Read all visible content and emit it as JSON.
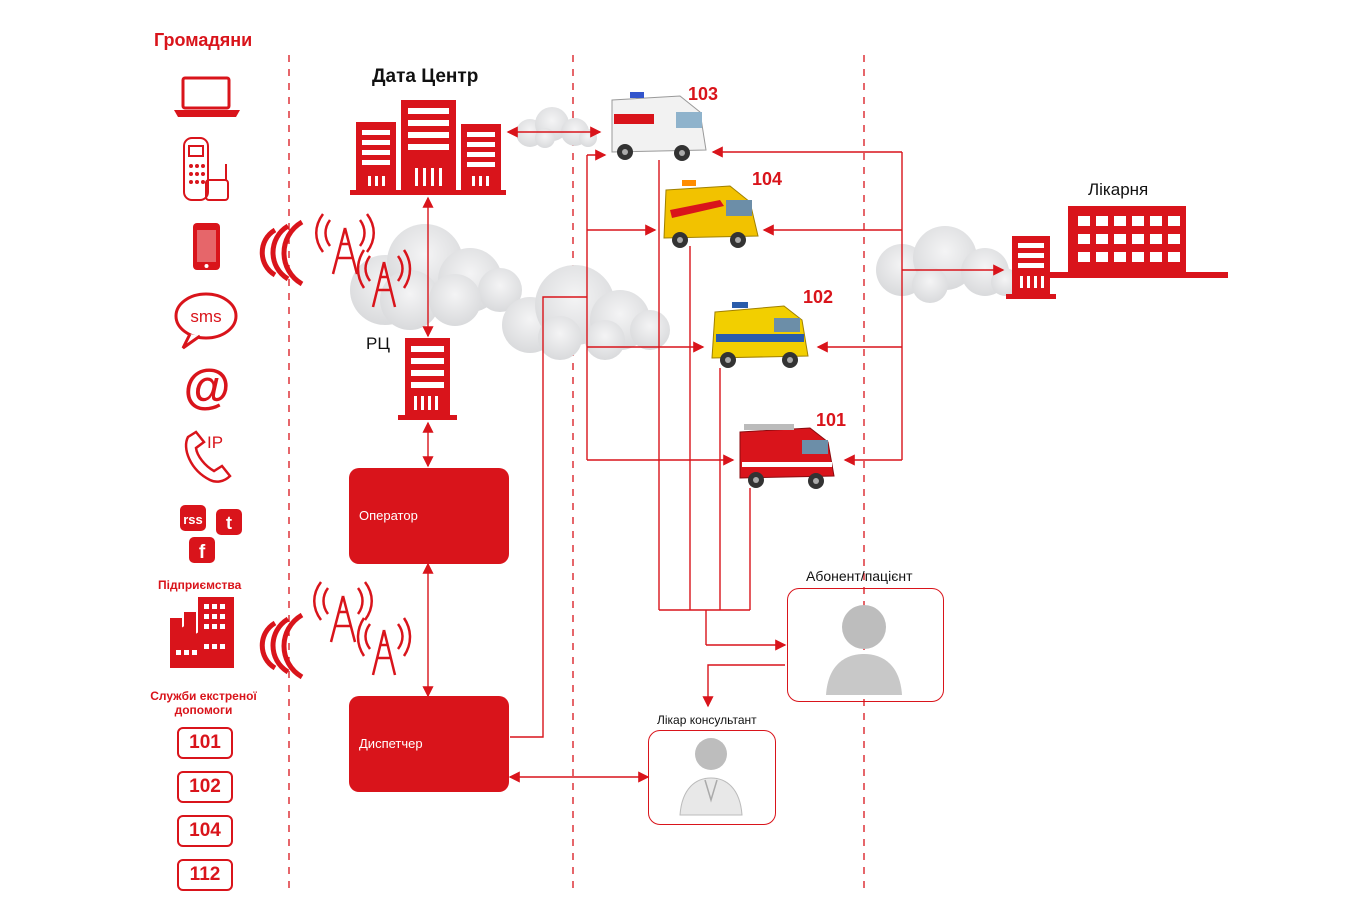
{
  "citizens": {
    "title": "Громадяни",
    "channels": [
      {
        "icon": "laptop-icon"
      },
      {
        "icon": "cordless-phone-icon"
      },
      {
        "icon": "smartphone-icon"
      },
      {
        "icon": "sms-bubble-icon",
        "text": "sms"
      },
      {
        "icon": "email-at-icon",
        "text": "@"
      },
      {
        "icon": "ip-phone-icon",
        "text": "IP"
      },
      {
        "icon": "social-media-icon",
        "rss": "rss",
        "twitter": "t",
        "facebook": "f"
      }
    ]
  },
  "enterprises": {
    "title": "Підприємства",
    "icon": "factory-icon"
  },
  "services": {
    "title_line1": "Служби екстреної",
    "title_line2": "допомоги",
    "numbers": [
      "101",
      "102",
      "104",
      "112"
    ]
  },
  "datacenter": {
    "title": "Дата Центр",
    "icon": "datacenter-servers-icon"
  },
  "rc": {
    "label": "РЦ",
    "icon": "server-icon"
  },
  "operator": {
    "label": "Оператор",
    "icon": "operator-headset-icon"
  },
  "dispatcher": {
    "label": "Диспетчер",
    "icon": "dispatcher-headset-icon"
  },
  "vehicles": [
    {
      "number": "103",
      "icon": "ambulance-icon"
    },
    {
      "number": "104",
      "icon": "gas-service-van-icon"
    },
    {
      "number": "102",
      "icon": "police-van-icon"
    },
    {
      "number": "101",
      "icon": "fire-truck-icon"
    }
  ],
  "hospital": {
    "label": "Лікарня",
    "icon": "hospital-building-icon"
  },
  "patient": {
    "label": "Абонент/пацієнт",
    "icon": "patient-avatar-icon"
  },
  "doctor": {
    "label": "Лікар консультант",
    "icon": "doctor-avatar-icon"
  },
  "colors": {
    "accent": "#d9141b",
    "cloud": "#e3e4e6",
    "text": "#111111"
  }
}
